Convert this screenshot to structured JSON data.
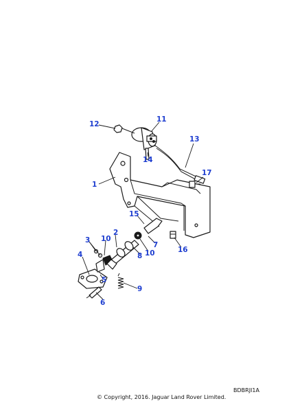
{
  "callouts": {
    "c1": "1",
    "c2": "2",
    "c3": "3",
    "c4": "4",
    "c5": "5",
    "c6": "6",
    "c7": "7",
    "c8": "8",
    "c9": "9",
    "c10a": "10",
    "c10b": "10",
    "c11": "11",
    "c12": "12",
    "c13": "13",
    "c14": "14",
    "c15": "15",
    "c16": "16",
    "c17": "17"
  },
  "reference_code": "BDBRJI1A",
  "copyright": "© Copyright, 2016. Jaguar Land Rover Limited.",
  "colors": {
    "callout": "#1f3fd0",
    "line": "#1a1a1a",
    "background": "#ffffff"
  }
}
